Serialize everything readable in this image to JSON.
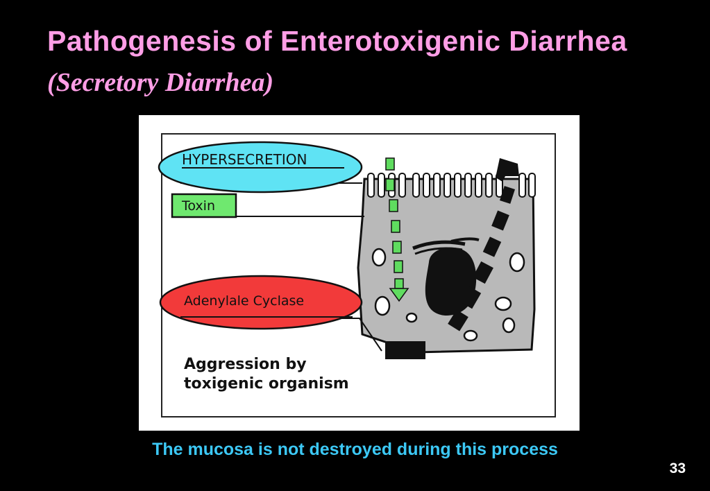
{
  "slide": {
    "title_main": "Pathogenesis of Enterotoxigenic Diarrhea",
    "title_sub": "(Secretory Diarrhea)",
    "caption": "The mucosa is not destroyed during this process",
    "page_number": "33"
  },
  "diagram": {
    "label_hypersecretion": "HYPERSECRETION",
    "label_toxin": "Toxin",
    "label_adenylate": "Adenylale Cyclase",
    "label_aggression_line1": "Aggression by",
    "label_aggression_line2": "toxigenic organism"
  },
  "colors": {
    "title": "#ff9ee6",
    "caption": "#3cc8f5",
    "hypersecretion_fill": "#5fe3f4",
    "toxin_fill": "#6fe86f",
    "adenylate_fill": "#f23a3a",
    "cell_fill": "#b8b8b8",
    "arrow_green": "#5fdc5f"
  }
}
